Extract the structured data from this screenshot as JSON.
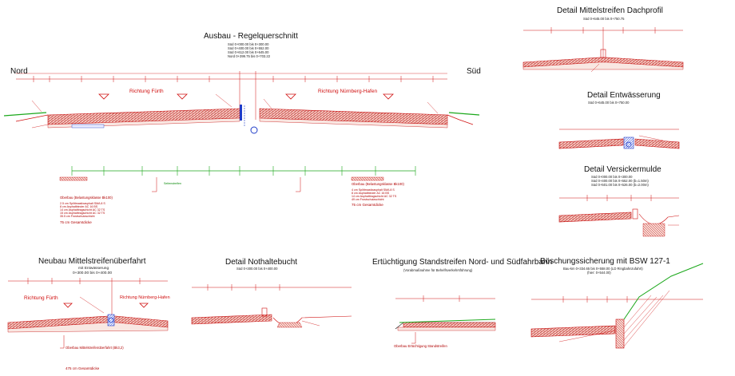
{
  "labels": {
    "nord": "Nord",
    "sued": "Süd"
  },
  "main": {
    "title": "Ausbau - Regelquerschnitt",
    "stations": [
      "Süd 0+000.00 bis 0+300.00",
      "Süd 0+400.00 bis 0+552.00",
      "Süd 0+612.00 bis 0+645.00",
      "Nord 0+399.75 bis 0+703.22"
    ],
    "direction_left": "Richtung Fürth",
    "direction_right": "Richtung Nürnberg-Hafen",
    "oberbau_left": "Oberbau (Belastungsklasse Bk100)",
    "oberbau_left_total": "75 cm Gesamtdicke",
    "oberbau_mid": "Seitenstreifen",
    "oberbau_right": "Oberbau (Belastungsklasse Bk100)",
    "oberbau_right_total": "75 cm Gesamtdicke",
    "layers_left": [
      "2.5 cm Splittmastixasphalt SMA 8 S",
      "8 cm Asphaltbinder AC 16 BS",
      "14 cm Asphalttragschicht AC 32 TS",
      "15 cm Asphalttragschicht AC 32 TS",
      "35.5 cm Frostschutzschicht"
    ],
    "layers_right": [
      "4 cm Splittmastixasphalt SMA 8 S",
      "8 cm Asphaltbinder AC 16 BS",
      "14 cm Asphalttragschicht AC 32 TS",
      "49 cm Frostschutzschicht"
    ]
  },
  "dachprofil": {
    "title": "Detail Mittelstreifen Dachprofil",
    "station": "Süd 0+645.00 bis 0+750.75"
  },
  "entwaesserung": {
    "title": "Detail Entwässerung",
    "station": "Süd 0+645.00 bis 0+750.00"
  },
  "versickermulde": {
    "title": "Detail Versickermulde",
    "stations": [
      "Süd 0+000.00 bis 0+300.00",
      "Süd 0+400.00 bis 0+552.00 (b=1.50m)",
      "Süd 0+501.00 bis 0+526.00 (b=2.00m)"
    ]
  },
  "ueberfahrt": {
    "title": "Neubau Mittelstreifenüberfahrt",
    "subtitle": "mit Entwässerung",
    "station": "0+300.00 bis 0+400.00",
    "direction_left": "Richtung Fürth",
    "direction_right": "Richtung Nürnberg-Hafen",
    "oberbau": "Oberbau Mittelstreifenüberfahrt (Bk3,2)",
    "total": "475 cm Gesamtdicke"
  },
  "nothaltebucht": {
    "title": "Detail Nothaltebucht",
    "station": "Süd 0+300.00 bis 0+400.00"
  },
  "standstreifen": {
    "title": "Ertüchtigung Standstreifen Nord- und Südfahrbahn",
    "subtitle": "(Vorabmaßnahme für Behelfsverkehrsführung)",
    "oberbau": "Oberbau Ertüchtigung Standstreifen"
  },
  "boeschung": {
    "title": "Böschungssicherung mit BSW 127-1",
    "stations": [
      "Bau-km 0+334.65 bis 0+558.00 (LD Ringbahnzufahrt)",
      "(hier: 0+544.00)"
    ]
  },
  "colors": {
    "line": "#d01010",
    "green": "#1ba81b",
    "blue": "#1f3cc8",
    "black": "#111111"
  }
}
